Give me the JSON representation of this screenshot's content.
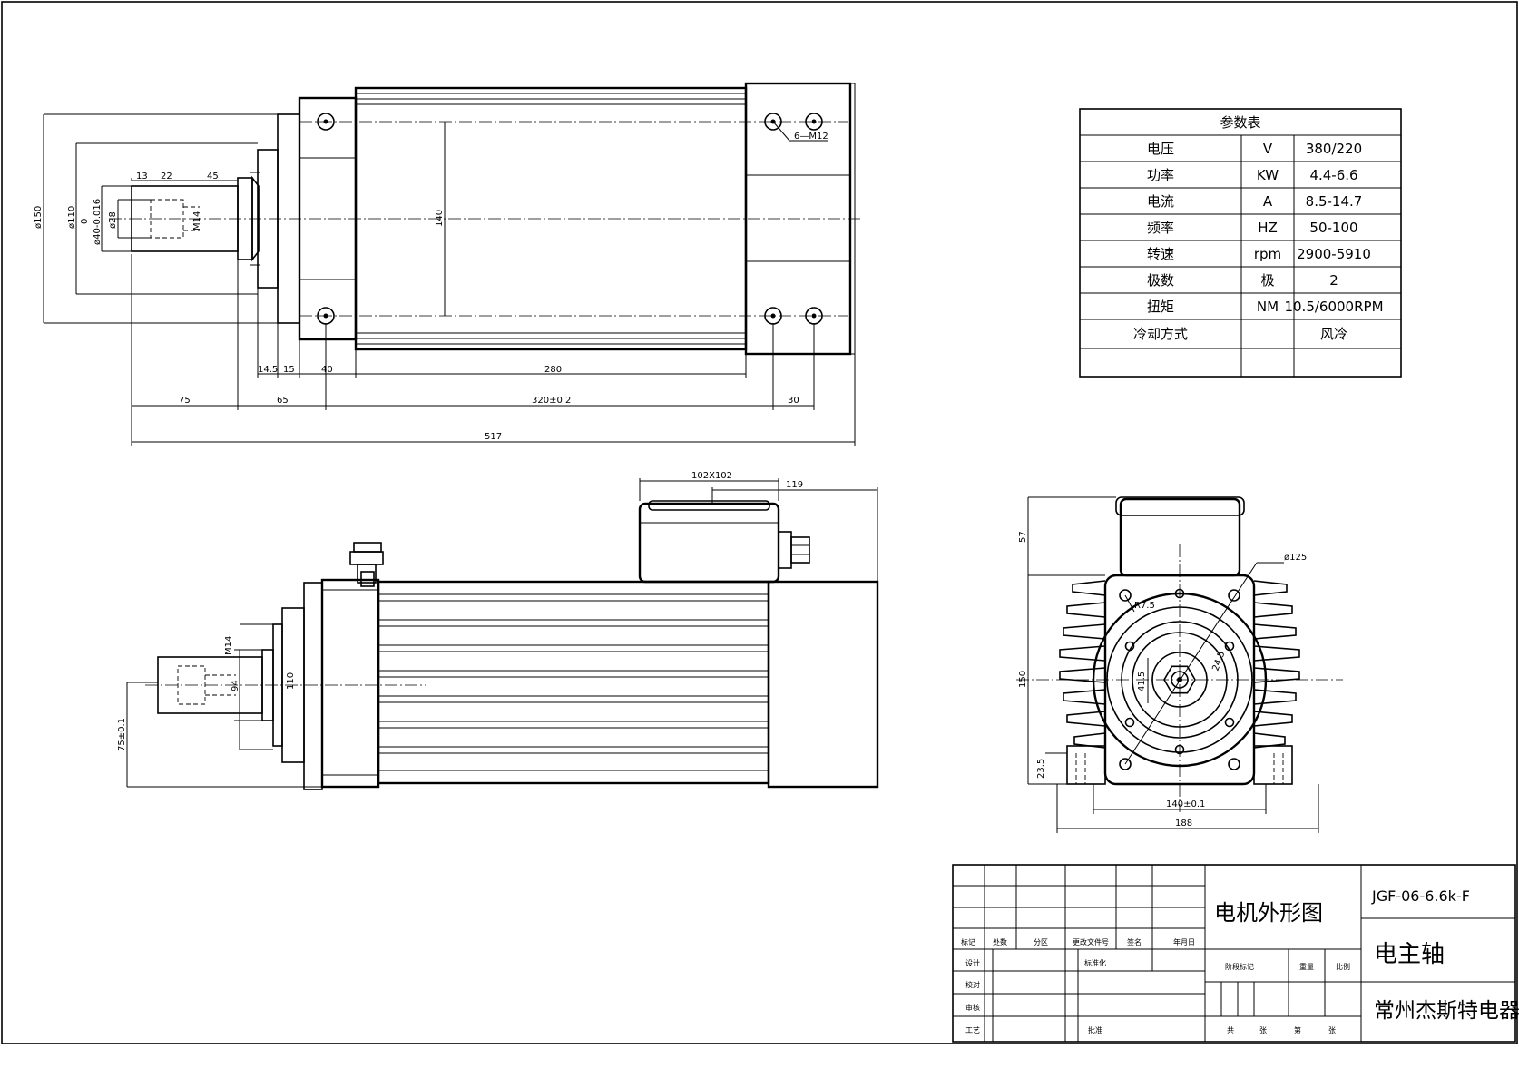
{
  "drawing": {
    "title": "电机外形图",
    "model": "JGF-06-6.6k-F",
    "product": "电主轴",
    "company": "常州杰斯特电器"
  },
  "params": {
    "header": "参数表",
    "rows": [
      {
        "name": "电压",
        "unit": "V",
        "value": "380/220"
      },
      {
        "name": "功率",
        "unit": "KW",
        "value": "4.4-6.6"
      },
      {
        "name": "电流",
        "unit": "A",
        "value": "8.5-14.7"
      },
      {
        "name": "频率",
        "unit": "HZ",
        "value": "50-100"
      },
      {
        "name": "转速",
        "unit": "rpm",
        "value": "2900-5910"
      },
      {
        "name": "极数",
        "unit": "极",
        "value": "2"
      },
      {
        "name": "扭矩",
        "unit": "NM",
        "value": "10.5/6000RPM"
      },
      {
        "name": "冷却方式",
        "unit": "",
        "value": "风冷"
      },
      {
        "name": "",
        "unit": "",
        "value": ""
      }
    ]
  },
  "dims_top": {
    "d150": "ø150",
    "d110": "ø110",
    "d40": "ø40-0.016",
    "d40_top": "0",
    "d28": "ø28",
    "m14": "M14",
    "s13": "13",
    "s22": "22",
    "s45": "45",
    "h140": "140",
    "m12": "6—M12",
    "s14_5": "14.5",
    "s15": "15",
    "s40": "40",
    "s280": "280",
    "s75": "75",
    "s65": "65",
    "s320": "320±0.2",
    "s30": "30",
    "s517": "517"
  },
  "dims_side": {
    "box": "102X102",
    "s119": "119",
    "m14": "M14",
    "d94": "94",
    "d110": "110",
    "h75": "75±0.1"
  },
  "dims_front": {
    "s57": "57",
    "s150": "150",
    "s23_5": "23.5",
    "r7_5": "R7.5",
    "d125": "ø125",
    "s24_5": "24.5",
    "s41_5": "41.5",
    "s140": "140±0.1",
    "s188": "188"
  },
  "titleblock": {
    "row_labels": [
      "标记",
      "处数",
      "分区",
      "更改文件号",
      "签名",
      "年月日"
    ],
    "design": "设计",
    "standard": "标准化",
    "check": "校对",
    "review": "审核",
    "process": "工艺",
    "approve": "批准",
    "stage": "阶段标记",
    "weight": "重量",
    "scale": "比例",
    "total": "共",
    "sheet1": "张",
    "page": "第",
    "sheet2": "张"
  }
}
